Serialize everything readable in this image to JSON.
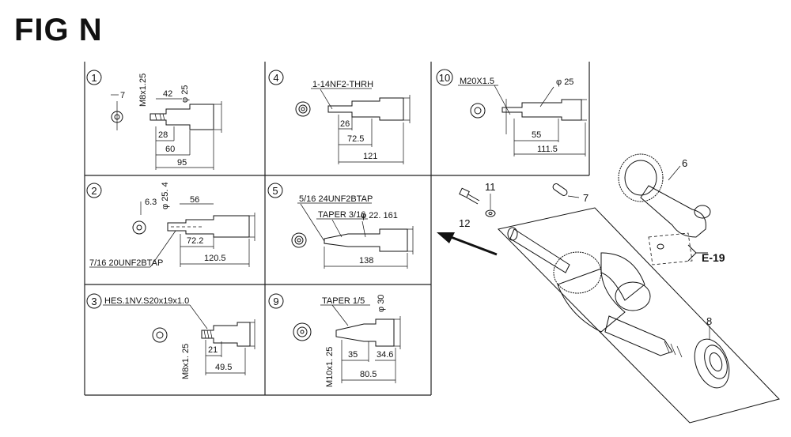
{
  "title": "FIG N",
  "panels": [
    {
      "num": "1",
      "dims": [
        "M8x1.25",
        "7",
        "42",
        "φ 25",
        "28",
        "60",
        "95"
      ]
    },
    {
      "num": "4",
      "dims": [
        "1-14NF2-THRH",
        "26",
        "72.5",
        "121"
      ]
    },
    {
      "num": "10",
      "dims": [
        "M20X1.5",
        "φ 25",
        "55",
        "111.5"
      ]
    },
    {
      "num": "2",
      "dims": [
        "6.3",
        "φ 25. 4",
        "56",
        "72.2",
        "120.5",
        "7/16 20UNF2BTAP"
      ]
    },
    {
      "num": "5",
      "dims": [
        "5/16 24UNF2BTAP",
        "TAPER 3/16",
        "φ 22. 161",
        "138"
      ]
    },
    {
      "num": "3",
      "dims": [
        "HES.1NV.S20x19x1.0",
        "M8x1. 25",
        "21",
        "49.5"
      ]
    },
    {
      "num": "9",
      "dims": [
        "TAPER 1/5",
        "φ 30",
        "M10x1. 25",
        "35",
        "34.6",
        "80.5"
      ]
    }
  ],
  "callouts": [
    "6",
    "11",
    "7",
    "12",
    "8",
    "E-19"
  ]
}
